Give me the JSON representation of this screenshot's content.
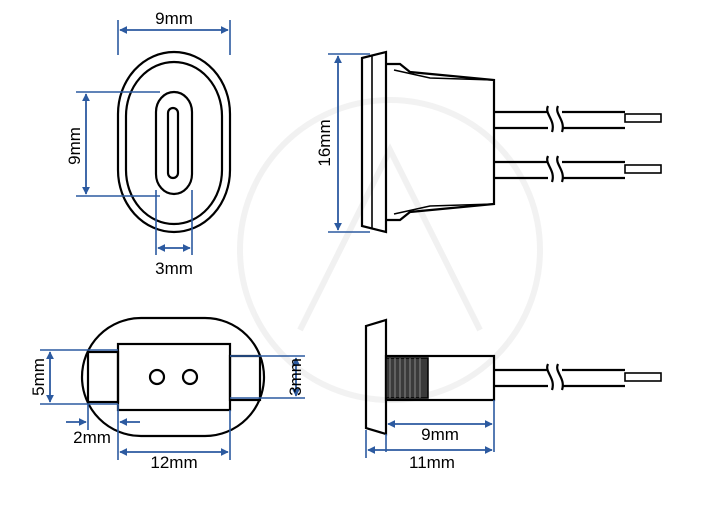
{
  "colors": {
    "outline": "#000000",
    "dimension_line": "#2c5aa0",
    "background": "#ffffff"
  },
  "views": {
    "front": {
      "width_label": "9mm",
      "height_label": "9mm",
      "slot_label": "3mm"
    },
    "side": {
      "height_label": "16mm"
    },
    "rear": {
      "left_label": "5mm",
      "right_label": "3mm",
      "small_label": "2mm",
      "bottom_label": "12mm"
    },
    "side_bottom": {
      "body_label": "9mm",
      "total_label": "11mm"
    }
  }
}
